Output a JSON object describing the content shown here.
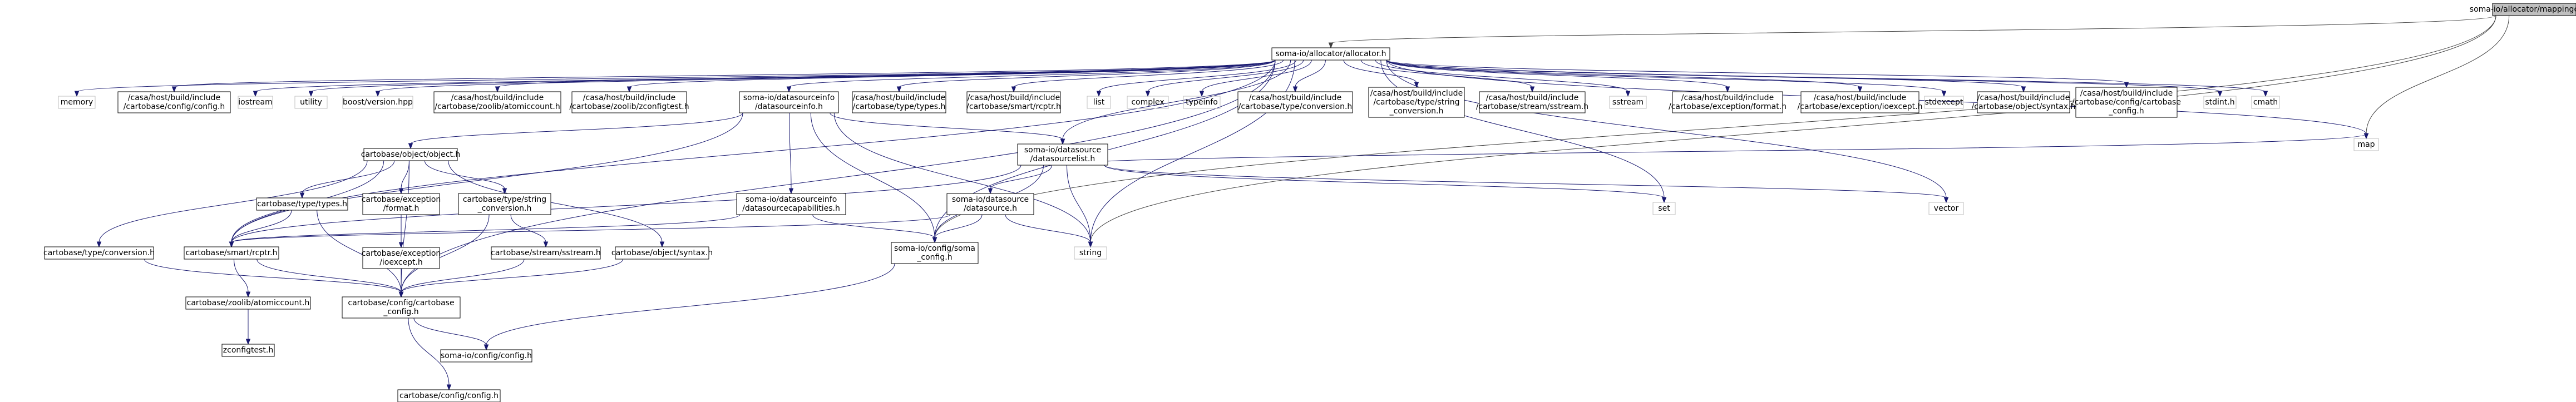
{
  "diagram": {
    "kind": "include dependency graph",
    "root": "soma-io/allocator/mappingcopy.h",
    "nodes": [
      {
        "id": "root",
        "lines": [
          "soma-io/allocator/mappingcopy.h"
        ]
      },
      {
        "id": "allocator",
        "lines": [
          "soma-io/allocator/allocator.h"
        ]
      },
      {
        "id": "memory",
        "lines": [
          "memory"
        ]
      },
      {
        "id": "cfg_config",
        "lines": [
          "/casa/host/build/include",
          "/cartobase/config/config.h"
        ]
      },
      {
        "id": "iostream",
        "lines": [
          "iostream"
        ]
      },
      {
        "id": "utility",
        "lines": [
          "utility"
        ]
      },
      {
        "id": "boost_version",
        "lines": [
          "boost/version.hpp"
        ]
      },
      {
        "id": "inc_atomic",
        "lines": [
          "/casa/host/build/include",
          "/cartobase/zoolib/atomiccount.h"
        ]
      },
      {
        "id": "inc_zconfig",
        "lines": [
          "/casa/host/build/include",
          "/cartobase/zoolib/zconfigtest.h"
        ]
      },
      {
        "id": "dsinfo",
        "lines": [
          "soma-io/datasourceinfo",
          "/datasourceinfo.h"
        ]
      },
      {
        "id": "inc_types",
        "lines": [
          "/casa/host/build/include",
          "/cartobase/type/types.h"
        ]
      },
      {
        "id": "inc_rcptr",
        "lines": [
          "/casa/host/build/include",
          "/cartobase/smart/rcptr.h"
        ]
      },
      {
        "id": "list",
        "lines": [
          "list"
        ]
      },
      {
        "id": "complex",
        "lines": [
          "complex"
        ]
      },
      {
        "id": "typeinfo",
        "lines": [
          "typeinfo"
        ]
      },
      {
        "id": "inc_conversion",
        "lines": [
          "/casa/host/build/include",
          "/cartobase/type/conversion.h"
        ]
      },
      {
        "id": "inc_string_conv",
        "lines": [
          "/casa/host/build/include",
          "/cartobase/type/string",
          "_conversion.h"
        ]
      },
      {
        "id": "inc_sstream",
        "lines": [
          "/casa/host/build/include",
          "/cartobase/stream/sstream.h"
        ]
      },
      {
        "id": "sstream",
        "lines": [
          "sstream"
        ]
      },
      {
        "id": "inc_format",
        "lines": [
          "/casa/host/build/include",
          "/cartobase/exception/format.h"
        ]
      },
      {
        "id": "inc_ioexcept",
        "lines": [
          "/casa/host/build/include",
          "/cartobase/exception/ioexcept.h"
        ]
      },
      {
        "id": "stdexcept",
        "lines": [
          "stdexcept"
        ]
      },
      {
        "id": "inc_syntax",
        "lines": [
          "/casa/host/build/include",
          "/cartobase/object/syntax.h"
        ]
      },
      {
        "id": "inc_cartobase_cfg",
        "lines": [
          "/casa/host/build/include",
          "/cartobase/config/cartobase",
          "_config.h"
        ]
      },
      {
        "id": "stdint",
        "lines": [
          "stdint.h"
        ]
      },
      {
        "id": "cmath",
        "lines": [
          "cmath"
        ]
      },
      {
        "id": "map",
        "lines": [
          "map"
        ]
      },
      {
        "id": "object",
        "lines": [
          "cartobase/object/object.h"
        ]
      },
      {
        "id": "dslist",
        "lines": [
          "soma-io/datasource",
          "/datasourcelist.h"
        ]
      },
      {
        "id": "types",
        "lines": [
          "cartobase/type/types.h"
        ]
      },
      {
        "id": "exc_format",
        "lines": [
          "cartobase/exception",
          "/format.h"
        ]
      },
      {
        "id": "string_conv",
        "lines": [
          "cartobase/type/string",
          "_conversion.h"
        ]
      },
      {
        "id": "dscap",
        "lines": [
          "soma-io/datasourceinfo",
          "/datasourcecapabilities.h"
        ]
      },
      {
        "id": "datasource",
        "lines": [
          "soma-io/datasource",
          "/datasource.h"
        ]
      },
      {
        "id": "set",
        "lines": [
          "set"
        ]
      },
      {
        "id": "vector",
        "lines": [
          "vector"
        ]
      },
      {
        "id": "conversion",
        "lines": [
          "cartobase/type/conversion.h"
        ]
      },
      {
        "id": "rcptr",
        "lines": [
          "cartobase/smart/rcptr.h"
        ]
      },
      {
        "id": "ioexcept",
        "lines": [
          "cartobase/exception",
          "/ioexcept.h"
        ]
      },
      {
        "id": "sstream_h",
        "lines": [
          "cartobase/stream/sstream.h"
        ]
      },
      {
        "id": "syntax",
        "lines": [
          "cartobase/object/syntax.h"
        ]
      },
      {
        "id": "soma_config",
        "lines": [
          "soma-io/config/soma",
          "_config.h"
        ]
      },
      {
        "id": "string",
        "lines": [
          "string"
        ]
      },
      {
        "id": "atomic",
        "lines": [
          "cartobase/zoolib/atomiccount.h"
        ]
      },
      {
        "id": "cartobase_config",
        "lines": [
          "cartobase/config/cartobase",
          "_config.h"
        ]
      },
      {
        "id": "zconfigtest",
        "lines": [
          "zconfigtest.h"
        ]
      },
      {
        "id": "somaio_config",
        "lines": [
          "soma-io/config/config.h"
        ]
      },
      {
        "id": "config",
        "lines": [
          "cartobase/config/config.h"
        ]
      }
    ],
    "edges": [
      [
        "root",
        "allocator"
      ],
      [
        "root",
        "map"
      ],
      [
        "root",
        "string"
      ],
      [
        "root",
        "soma_config"
      ],
      [
        "allocator",
        "memory"
      ],
      [
        "allocator",
        "cfg_config"
      ],
      [
        "allocator",
        "iostream"
      ],
      [
        "allocator",
        "utility"
      ],
      [
        "allocator",
        "boost_version"
      ],
      [
        "allocator",
        "inc_atomic"
      ],
      [
        "allocator",
        "inc_zconfig"
      ],
      [
        "allocator",
        "dsinfo"
      ],
      [
        "allocator",
        "inc_types"
      ],
      [
        "allocator",
        "inc_rcptr"
      ],
      [
        "allocator",
        "list"
      ],
      [
        "allocator",
        "complex"
      ],
      [
        "allocator",
        "typeinfo"
      ],
      [
        "allocator",
        "inc_conversion"
      ],
      [
        "allocator",
        "inc_string_conv"
      ],
      [
        "allocator",
        "inc_sstream"
      ],
      [
        "allocator",
        "sstream"
      ],
      [
        "allocator",
        "inc_format"
      ],
      [
        "allocator",
        "inc_ioexcept"
      ],
      [
        "allocator",
        "stdexcept"
      ],
      [
        "allocator",
        "inc_syntax"
      ],
      [
        "allocator",
        "inc_cartobase_cfg"
      ],
      [
        "allocator",
        "stdint"
      ],
      [
        "allocator",
        "cmath"
      ],
      [
        "allocator",
        "map"
      ],
      [
        "allocator",
        "rcptr"
      ],
      [
        "allocator",
        "cartobase_config"
      ],
      [
        "allocator",
        "soma_config"
      ],
      [
        "allocator",
        "dslist"
      ],
      [
        "allocator",
        "string"
      ],
      [
        "allocator",
        "set"
      ],
      [
        "allocator",
        "vector"
      ],
      [
        "dsinfo",
        "object"
      ],
      [
        "dsinfo",
        "dslist"
      ],
      [
        "dsinfo",
        "dscap"
      ],
      [
        "dsinfo",
        "soma_config"
      ],
      [
        "dsinfo",
        "string"
      ],
      [
        "dsinfo",
        "rcptr"
      ],
      [
        "object",
        "types"
      ],
      [
        "object",
        "exc_format"
      ],
      [
        "object",
        "string_conv"
      ],
      [
        "object",
        "syntax"
      ],
      [
        "object",
        "conversion"
      ],
      [
        "object",
        "rcptr"
      ],
      [
        "object",
        "cartobase_config"
      ],
      [
        "dslist",
        "datasource"
      ],
      [
        "dslist",
        "rcptr"
      ],
      [
        "dslist",
        "set"
      ],
      [
        "dslist",
        "vector"
      ],
      [
        "dslist",
        "map"
      ],
      [
        "dslist",
        "string"
      ],
      [
        "dslist",
        "soma_config"
      ],
      [
        "types",
        "rcptr"
      ],
      [
        "types",
        "cartobase_config"
      ],
      [
        "exc_format",
        "ioexcept"
      ],
      [
        "exc_format",
        "cartobase_config"
      ],
      [
        "string_conv",
        "sstream_h"
      ],
      [
        "string_conv",
        "cartobase_config"
      ],
      [
        "dscap",
        "soma_config"
      ],
      [
        "dscap",
        "rcptr"
      ],
      [
        "datasource",
        "rcptr"
      ],
      [
        "datasource",
        "soma_config"
      ],
      [
        "datasource",
        "string"
      ],
      [
        "conversion",
        "cartobase_config"
      ],
      [
        "rcptr",
        "atomic"
      ],
      [
        "rcptr",
        "cartobase_config"
      ],
      [
        "ioexcept",
        "cartobase_config"
      ],
      [
        "sstream_h",
        "cartobase_config"
      ],
      [
        "syntax",
        "cartobase_config"
      ],
      [
        "soma_config",
        "somaio_config"
      ],
      [
        "atomic",
        "zconfigtest"
      ],
      [
        "cartobase_config",
        "somaio_config"
      ],
      [
        "cartobase_config",
        "config"
      ]
    ]
  }
}
